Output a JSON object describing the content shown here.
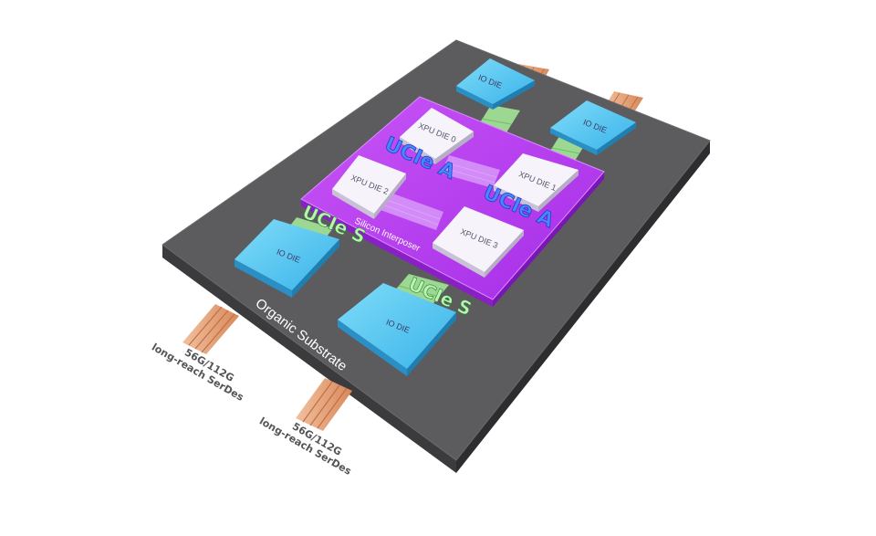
{
  "substrate": {
    "label": "Organic Substrate"
  },
  "interposer": {
    "label": "Silicon Interposer"
  },
  "io_dies": [
    "IO DIE",
    "IO DIE",
    "IO DIE",
    "IO DIE"
  ],
  "xpu_dies": [
    "XPU DIE 0",
    "XPU DIE 1",
    "XPU DIE 2",
    "XPU DIE 3"
  ],
  "ucie_advanced": "UCIe A",
  "ucie_standard": "UCIe S",
  "serdes": [
    {
      "line1": "56G/112G",
      "line2": "long-reach SerDes"
    },
    {
      "line1": "56G/112G",
      "line2": "long-reach SerDes"
    }
  ],
  "colors": {
    "substrate": "#5a5a5c",
    "interposer": "#c24ff2",
    "io_die": "#55c8f2",
    "xpu_die": "#f4f2f8",
    "serdes": "#e8a27a",
    "ucie_link": "#9be08f"
  }
}
